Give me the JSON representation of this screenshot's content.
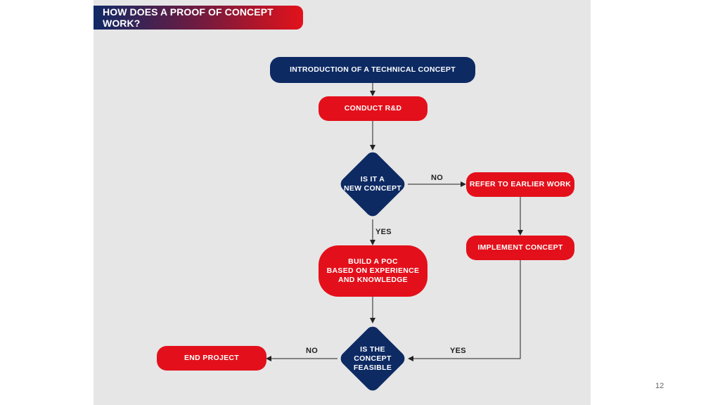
{
  "title": "HOW DOES A PROOF OF CONCEPT WORK?",
  "page_number": "12",
  "nodes": {
    "intro": "INTRODUCTION OF A TECHNICAL CONCEPT",
    "rnd": "CONDUCT R&D",
    "decision_new": "IS IT A\nNEW CONCEPT",
    "refer": "REFER TO EARLIER WORK",
    "implement": "IMPLEMENT CONCEPT",
    "build_poc": "BUILD A POC\nBASED ON EXPERIENCE\nAND KNOWLEDGE",
    "decision_feasible": "IS THE\nCONCEPT\nFEASIBLE",
    "end": "END PROJECT"
  },
  "edges": {
    "new_no": "NO",
    "new_yes": "YES",
    "feasible_no": "NO",
    "feasible_yes": "YES"
  },
  "colors": {
    "navy": "#0d2a63",
    "red": "#e3101b",
    "background": "#e6e6e6"
  }
}
